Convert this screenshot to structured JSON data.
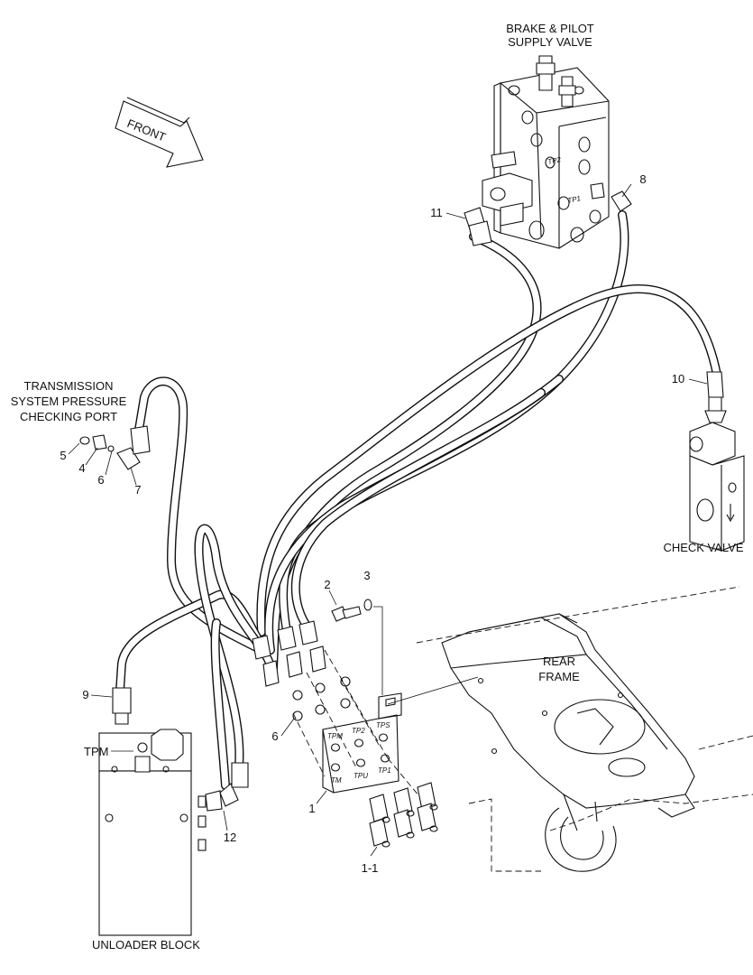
{
  "labels": {
    "brake_valve": [
      "BRAKE & PILOT",
      "SUPPLY VALVE"
    ],
    "front": "FRONT",
    "transmission_port": [
      "TRANSMISSION",
      "SYSTEM PRESSURE",
      "CHECKING PORT"
    ],
    "check_valve": "CHECK VALVE",
    "rear_frame": [
      "REAR",
      "FRAME"
    ],
    "unloader_block": "UNLOADER BLOCK",
    "tpm": "TPM"
  },
  "plate_labels": [
    "TPM",
    "TP2",
    "TPS",
    "TM",
    "TPU",
    "TP1"
  ],
  "valve_markings": {
    "tp2": "TP2",
    "tp1": "TP1"
  },
  "callouts": {
    "n1": "1",
    "n1_1": "1-1",
    "n2": "2",
    "n3": "3",
    "n4": "4",
    "n5": "5",
    "n6a": "6",
    "n6b": "6",
    "n7": "7",
    "n8": "8",
    "n9": "9",
    "n10": "10",
    "n11": "11",
    "n12": "12"
  }
}
